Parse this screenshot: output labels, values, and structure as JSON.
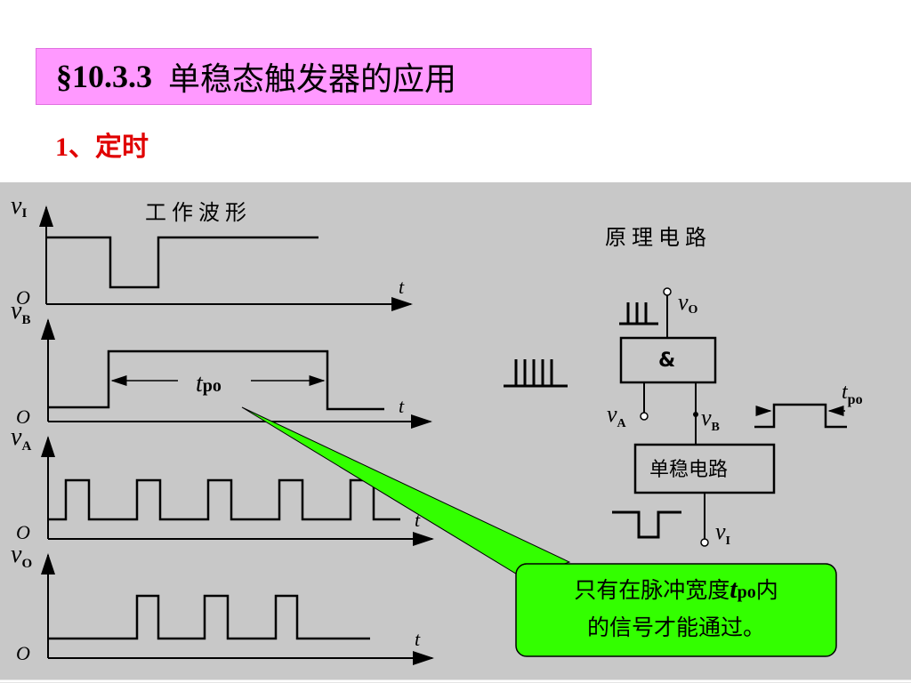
{
  "slide": {
    "section_number": "§10.3.3",
    "section_title": "单稳态触发器的应用",
    "subtitle_number": "1",
    "subtitle_text": "、定时"
  },
  "waveforms": {
    "heading": "工作波形",
    "origin_label": "O",
    "time_label": "t",
    "pulse_width_symbol": "t",
    "pulse_width_sub": "po",
    "signals": [
      {
        "main": "v",
        "sub": "I"
      },
      {
        "main": "v",
        "sub": "B"
      },
      {
        "main": "v",
        "sub": "A"
      },
      {
        "main": "v",
        "sub": "O"
      }
    ]
  },
  "circuit": {
    "heading": "原理电路",
    "and_gate_label": "&",
    "monostable_label": "单稳电路",
    "output_label": {
      "main": "v",
      "sub": "O"
    },
    "input_a_label": {
      "main": "v",
      "sub": "A"
    },
    "input_b_label": {
      "main": "v",
      "sub": "B"
    },
    "input_i_label": {
      "main": "v",
      "sub": "I"
    },
    "tpo_label": {
      "main": "t",
      "sub": "po"
    }
  },
  "callout": {
    "line1_prefix": "只有在脉冲宽度",
    "symbol": "t",
    "symbol_sub": "po",
    "line1_suffix": "内",
    "line2": "的信号才能通过。"
  },
  "colors": {
    "title_bg": "#ff99ff",
    "subtitle": "#e00000",
    "panel_bg": "#c8c8c8",
    "callout_bg": "#33ff00"
  }
}
